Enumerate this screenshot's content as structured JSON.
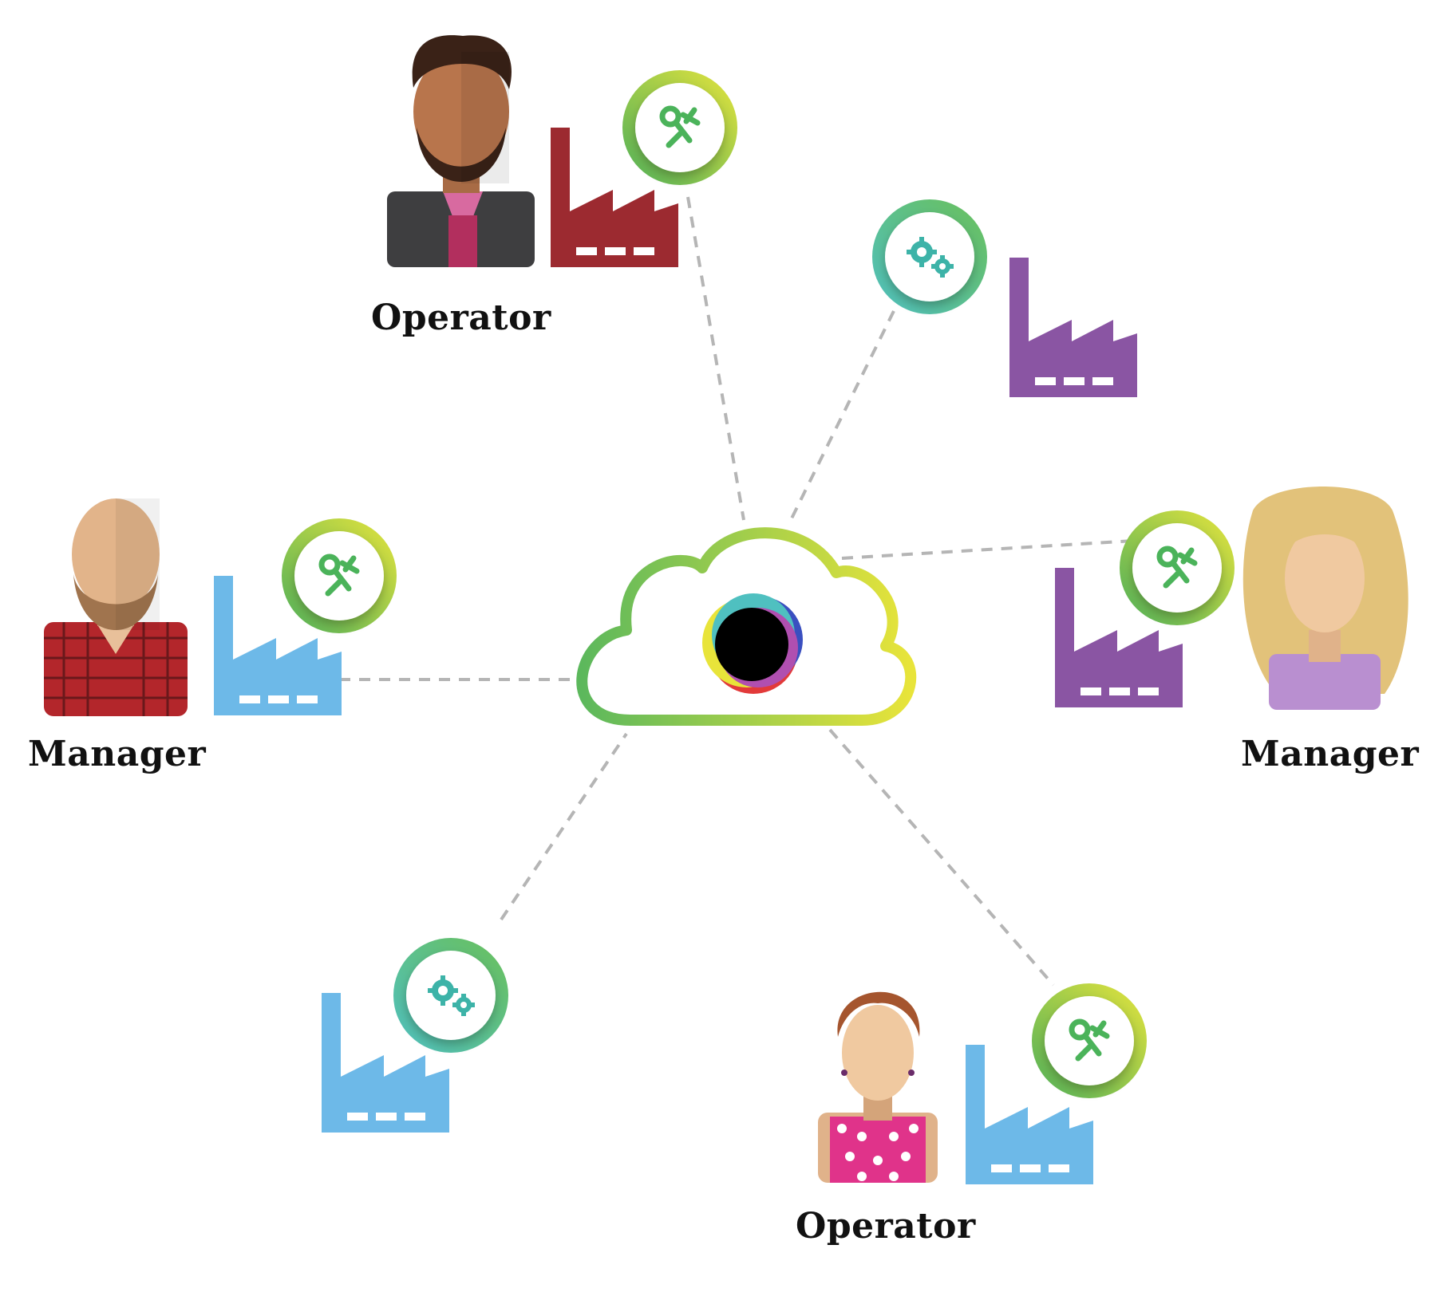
{
  "roles": {
    "operator_top": "Operator",
    "manager_left": "Manager",
    "manager_right": "Manager",
    "operator_bottom": "Operator"
  },
  "colors": {
    "factory_red": "#9c2a30",
    "factory_purple": "#8a55a3",
    "factory_blue": "#6db9e8",
    "ring_green": "#5bb85a",
    "ring_yellow": "#e8e23a",
    "connector_gray": "#b5b5b5"
  },
  "icons": {
    "service_badge": "tools-icon",
    "automation_badge": "gears-icon",
    "hub": "cloud-icon"
  }
}
